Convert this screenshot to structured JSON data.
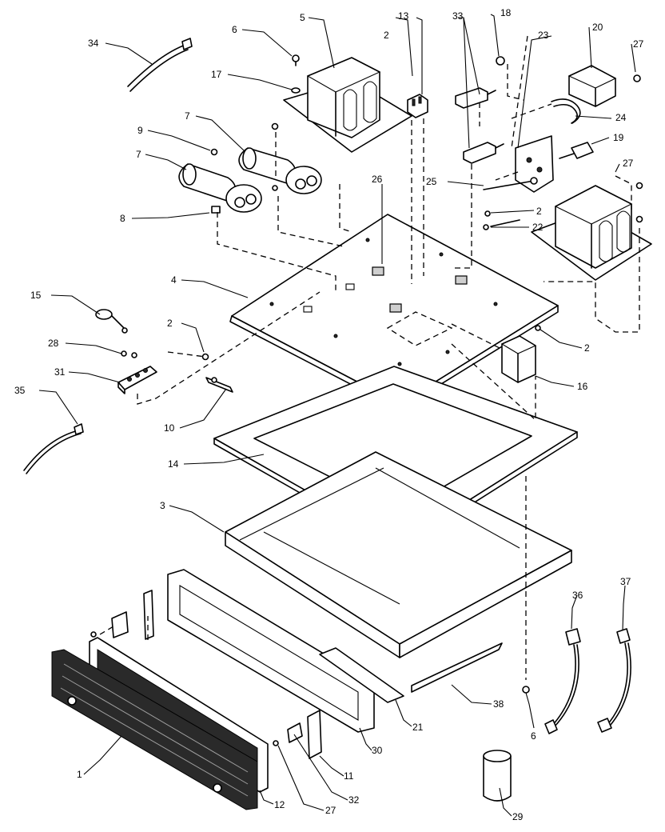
{
  "callouts": {
    "c34": "34",
    "c6a": "6",
    "c5": "5",
    "c13": "13",
    "c2a": "2",
    "c33": "33",
    "c18": "18",
    "c23": "23",
    "c20": "20",
    "c27a": "27",
    "c17": "17",
    "c24": "24",
    "c9": "9",
    "c7a": "7",
    "c19": "19",
    "c27b": "27",
    "c7b": "7",
    "c26": "26",
    "c25": "25",
    "c2b": "2",
    "c22": "22",
    "c8": "8",
    "c4": "4",
    "c15": "15",
    "c2c": "2",
    "c2d": "2",
    "c28": "28",
    "c16": "16",
    "c31": "31",
    "c35": "35",
    "c10": "10",
    "c14": "14",
    "c3": "3",
    "c36": "36",
    "c37": "37",
    "c38": "38",
    "c21": "21",
    "c6b": "6",
    "c30": "30",
    "c11": "11",
    "c1": "1",
    "c12": "12",
    "c27c": "27",
    "c32": "32",
    "c29": "29"
  }
}
